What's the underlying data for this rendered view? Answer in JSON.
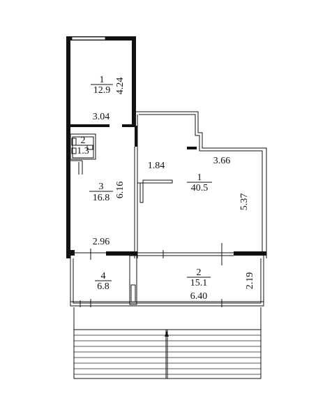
{
  "rooms": [
    {
      "id": "r-top-1",
      "number": "1",
      "area": "12.9"
    },
    {
      "id": "r-bath-2",
      "number": "2",
      "area": "1.3"
    },
    {
      "id": "r-left-3",
      "number": "3",
      "area": "16.8"
    },
    {
      "id": "r-main-1",
      "number": "1",
      "area": "40.5"
    },
    {
      "id": "r-bal-4",
      "number": "4",
      "area": "6.8"
    },
    {
      "id": "r-bal-2",
      "number": "2",
      "area": "15.1"
    }
  ],
  "dimensions": {
    "top_room_height": "4.24",
    "top_room_width": "3.04",
    "left_room_height": "6.16",
    "left_room_width": "2.96",
    "corridor_width": "1.84",
    "main_room_width": "3.66",
    "main_room_height": "5.37",
    "balcony_height": "2.19",
    "balcony_width": "6.40"
  }
}
